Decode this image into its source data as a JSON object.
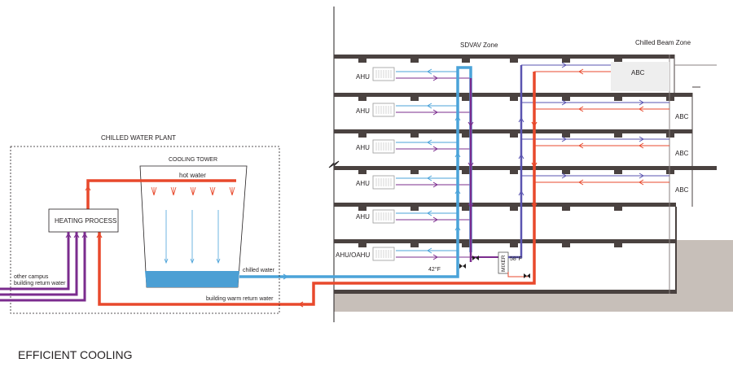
{
  "title": "EFFICIENT COOLING",
  "plant": {
    "label": "CHILLED WATER PLANT",
    "heating_process": "HEATING PROCESS",
    "cooling_tower": "COOLING TOWER",
    "hot_water": "hot water",
    "chilled_water": "chilled water",
    "building_warm_return": "building warm return water",
    "other_campus_line1": "other campus",
    "other_campus_line2": "building return water"
  },
  "building": {
    "sdvav_zone": "SDVAV Zone",
    "chilled_beam_zone": "Chilled Beam Zone",
    "ahu_label": "AHU",
    "ahu_oahu_label": "AHU/OAHU",
    "abc_label": "ABC",
    "mixer_label": "MIXER",
    "temp_42": "42°F",
    "temp_58": "58°F"
  },
  "colors": {
    "chilled": "#4ba3d9",
    "hot": "#e8492c",
    "return": "#7b2c8e",
    "supply_blue": "#5a54b0",
    "ground": "#c7bfb9",
    "water": "#4b9fd4",
    "slab": "#4a4240"
  }
}
